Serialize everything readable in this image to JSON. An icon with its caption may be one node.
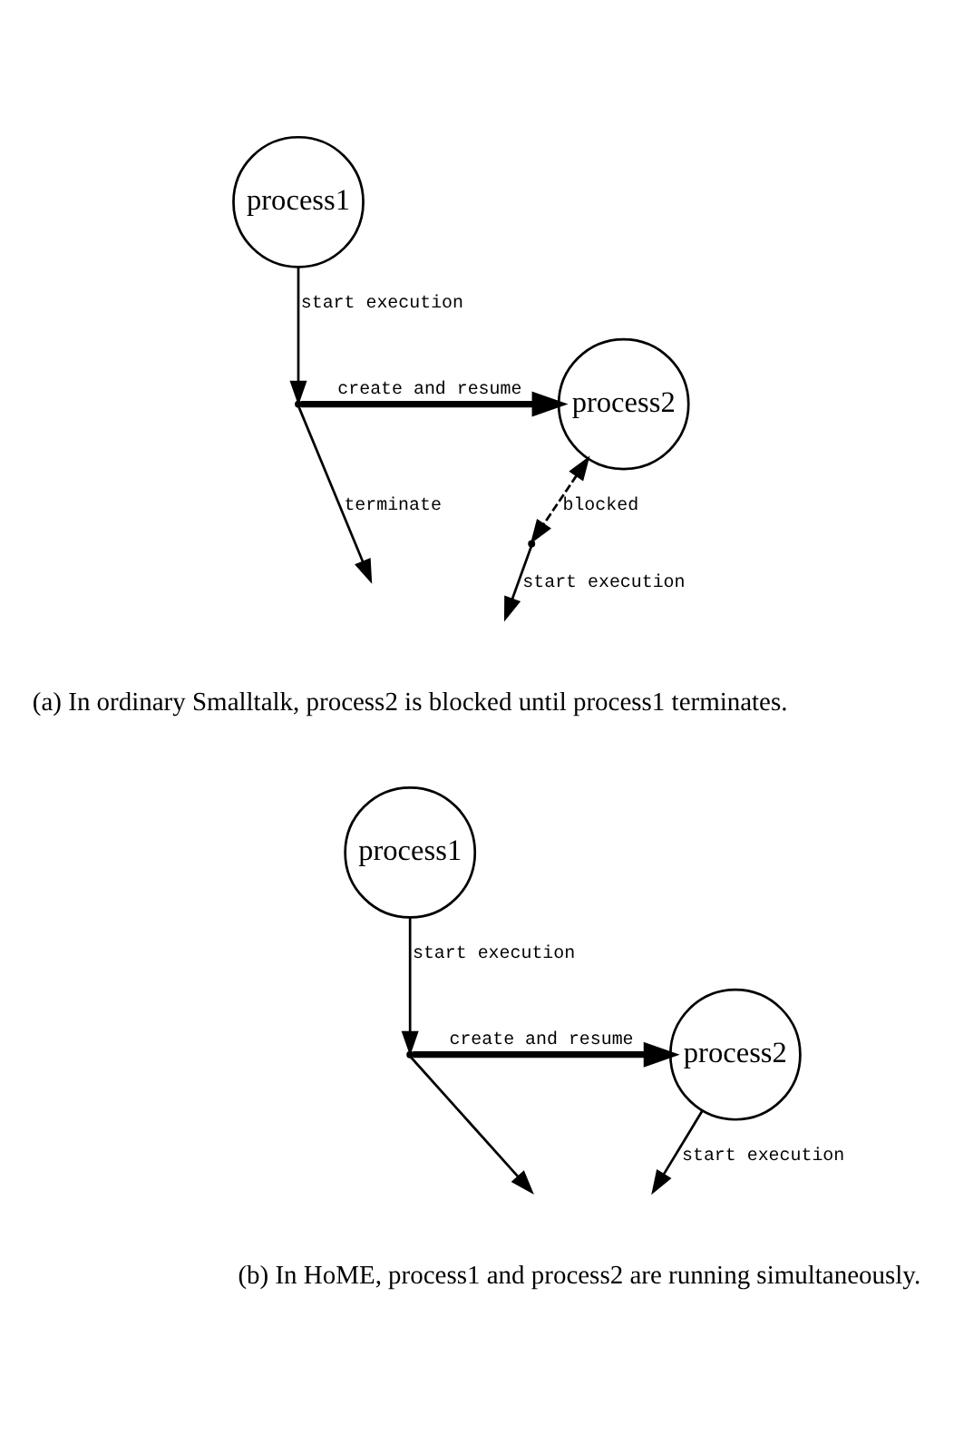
{
  "diagram": {
    "nodes": [
      {
        "text": [
          "process1"
        ]
      },
      {
        "text": [],
        "shape": "point"
      },
      {
        "text": [
          "process2"
        ]
      },
      {
        "text": [],
        "shape": "point"
      },
      {
        "text": [
          "process1"
        ]
      },
      {
        "text": [],
        "shape": "point"
      },
      {
        "text": [
          "process2"
        ]
      }
    ],
    "edges": [
      {
        "from": 0,
        "to": 1,
        "arrow": "to",
        "label": "start execution"
      },
      {
        "from": 1,
        "to": null,
        "arrow": "to",
        "label": "terminate"
      },
      {
        "from": 1,
        "to": 2,
        "arrow": "to",
        "label": "create and resume",
        "style": "thick"
      },
      {
        "from": 2,
        "to": 3,
        "arrow": "both",
        "label": "blocked",
        "style": "dashed"
      },
      {
        "from": 3,
        "to": null,
        "arrow": "to",
        "label": "start execution"
      },
      {
        "from": 4,
        "to": 5,
        "arrow": "to",
        "label": "start execution"
      },
      {
        "from": 5,
        "to": null,
        "arrow": "to"
      },
      {
        "from": 5,
        "to": 6,
        "arrow": "to",
        "label": "create and resume",
        "style": "thick"
      },
      {
        "from": 6,
        "to": null,
        "arrow": "to",
        "label": "start execution"
      }
    ],
    "labels": [
      "(a) In ordinary Smalltalk, process2 is blocked until process1 terminates.",
      "(b) In HoME, process1 and process2 are running simultaneously."
    ]
  }
}
